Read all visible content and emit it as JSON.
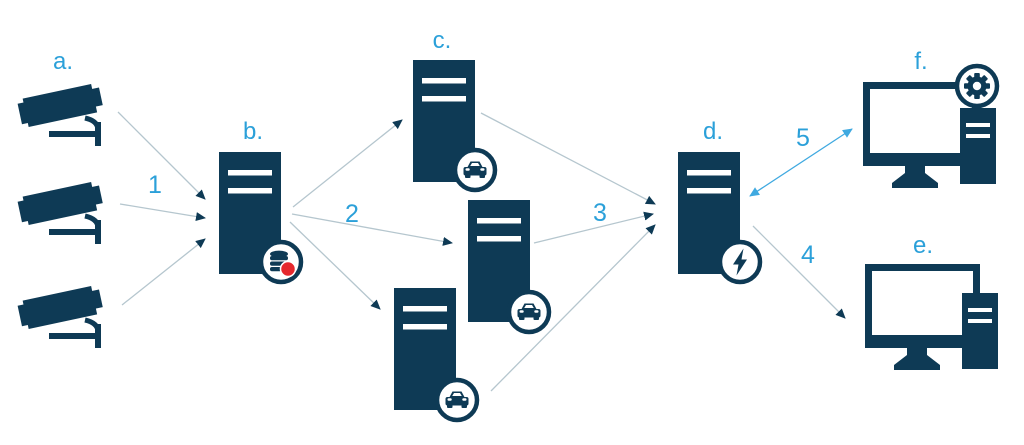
{
  "colors": {
    "navy": "#0e3a55",
    "label_blue": "#2ba0d9",
    "arrow_blue": "#3fa9e0",
    "line_gray": "#b5c6ce",
    "record_red": "#e5282d",
    "white": "#ffffff",
    "background": "#ffffff"
  },
  "diagram": {
    "nodes": [
      {
        "id": "a",
        "label": "a.",
        "type": "camera-group",
        "count": 3,
        "icon": "cctv-camera-icon"
      },
      {
        "id": "b",
        "label": "b.",
        "type": "server",
        "icon": "database-record-icon"
      },
      {
        "id": "c",
        "label": "c.",
        "type": "server-cluster",
        "count": 3,
        "icon": "car-icon"
      },
      {
        "id": "d",
        "label": "d.",
        "type": "server",
        "icon": "lightning-icon"
      },
      {
        "id": "e",
        "label": "e.",
        "type": "workstation",
        "icon": "desktop-computer-icon"
      },
      {
        "id": "f",
        "label": "f.",
        "type": "workstation",
        "icon": "gear-icon"
      }
    ],
    "edges": [
      {
        "label": "1",
        "from": "a",
        "to": "b",
        "arrows": "one-way",
        "lines": 3
      },
      {
        "label": "2",
        "from": "b",
        "to": "c",
        "arrows": "one-way",
        "lines": 3
      },
      {
        "label": "3",
        "from": "c",
        "to": "d",
        "arrows": "one-way",
        "lines": 3
      },
      {
        "label": "4",
        "from": "d",
        "to": "e",
        "arrows": "one-way",
        "lines": 1
      },
      {
        "label": "5",
        "from": "d",
        "to": "f",
        "arrows": "two-way",
        "lines": 1
      }
    ]
  }
}
